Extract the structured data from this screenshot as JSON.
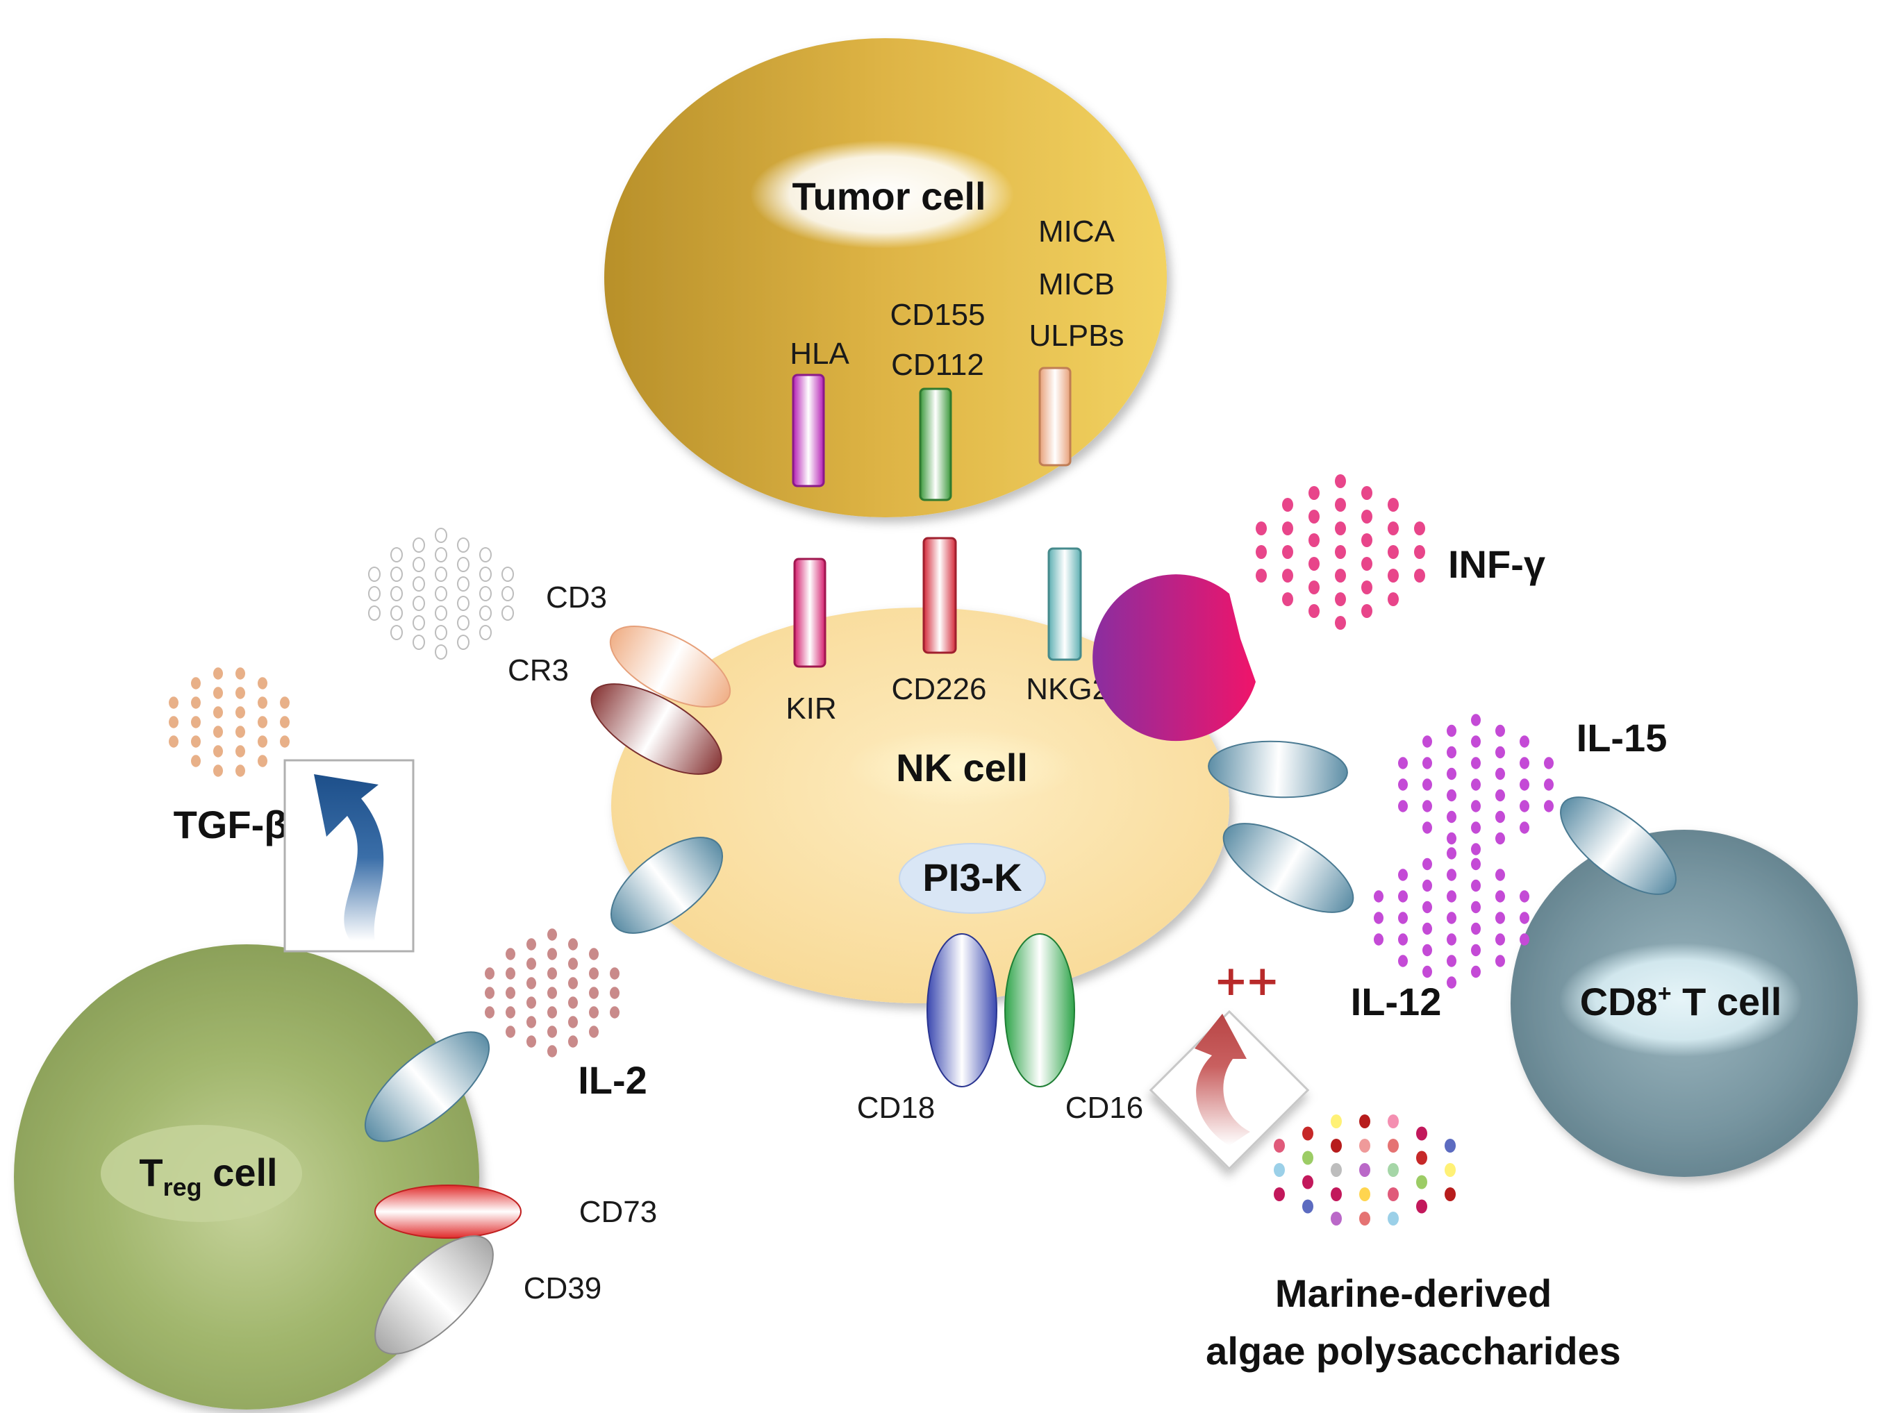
{
  "cells": {
    "tumor": "Tumor cell",
    "nk": "NK cell",
    "treg": {
      "main": "T",
      "sub": "reg",
      "rest": " cell"
    },
    "cd8": {
      "main": "CD8",
      "sup": "+",
      "rest": " T cell"
    }
  },
  "tumor_ligands": {
    "hla": "HLA",
    "cd155": "CD155",
    "cd112": "CD112",
    "mica": "MICA",
    "micb": "MICB",
    "ulpbs": "ULPBs"
  },
  "nk_receptors": {
    "kir": "KIR",
    "cd226": "CD226",
    "nkg2d": "NKG2D",
    "cd3": "CD3",
    "cr3": "CR3",
    "pi3k": "PI3-K",
    "cd18": "CD18",
    "cd16": "CD16"
  },
  "treg_markers": {
    "cd73": "CD73",
    "cd39": "CD39"
  },
  "cytokines": {
    "ifn": "INF-γ",
    "il15": "IL-15",
    "il12": "IL-12",
    "il2": "IL-2",
    "tgfb": "TGF-β"
  },
  "stimulus": {
    "plus": "++",
    "line1": "Marine-derived",
    "line2": "algae polysaccharides"
  },
  "colors": {
    "tumor": "#d9ad3c",
    "nk": "#fbe2a6",
    "treg": "#9fb369",
    "cd8": "#7796a1",
    "receptor_blue": "#6d9ab0",
    "ifn_dots": "#e8458a",
    "il_dots": "#c44ad6",
    "arrow_blue": "#1d4f8a",
    "arrow_red": "#b84545"
  }
}
